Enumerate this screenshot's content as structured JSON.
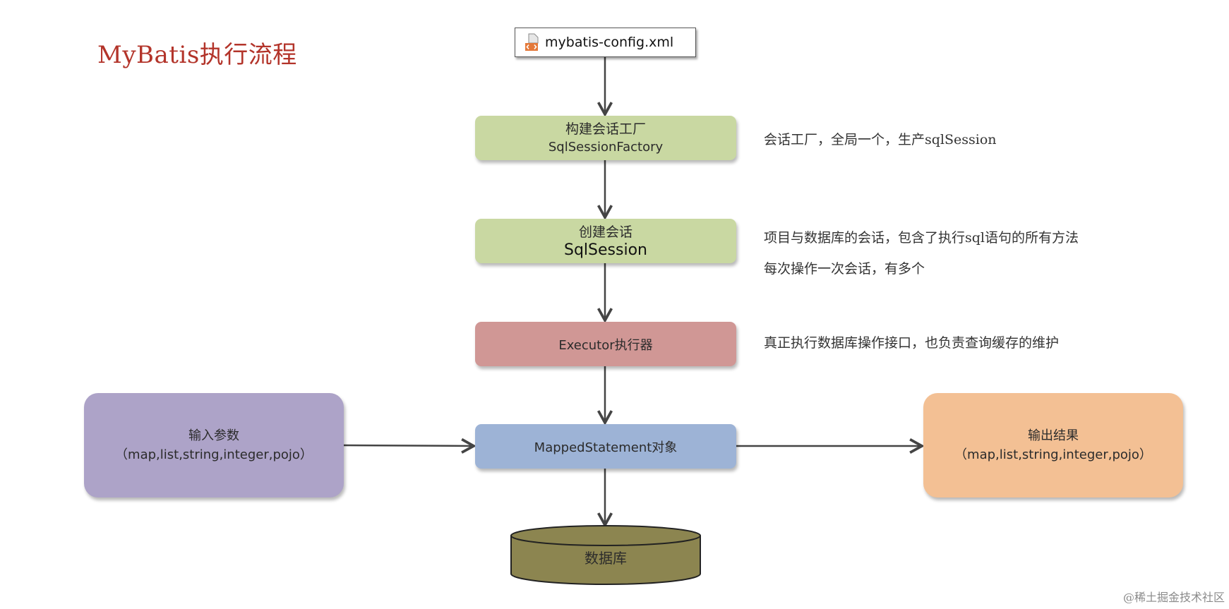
{
  "title": "MyBatis执行流程",
  "config_file": "mybatis-config.xml",
  "nodes": {
    "factory": {
      "line1": "构建会话工厂",
      "line2": "SqlSessionFactory"
    },
    "session": {
      "line1": "创建会话",
      "line2": "SqlSession"
    },
    "executor": {
      "label": "Executor执行器"
    },
    "mapped": {
      "label": "MappedStatement对象"
    },
    "input": {
      "line1": "输入参数",
      "line2": "（map,list,string,integer,pojo）"
    },
    "output": {
      "line1": "输出结果",
      "line2": "（map,list,string,integer,pojo）"
    },
    "database": {
      "label": "数据库"
    }
  },
  "descriptions": {
    "factory": "会话工厂，全局一个，生产sqlSession",
    "session_1": "项目与数据库的会话，包含了执行sql语句的所有方法",
    "session_2": "每次操作一次会话，有多个",
    "executor": "真正执行数据库操作接口，也负责查询缓存的维护"
  },
  "colors": {
    "title": "#b3342a",
    "green": "#c9d8a2",
    "red": "#d09795",
    "blue": "#9db3d6",
    "purple": "#ada3c8",
    "orange": "#f3c094",
    "database": "#8c8550",
    "arrow": "#444444"
  },
  "icons": {
    "config_file": "xml-file-icon"
  },
  "watermark": "@稀土掘金技术社区"
}
